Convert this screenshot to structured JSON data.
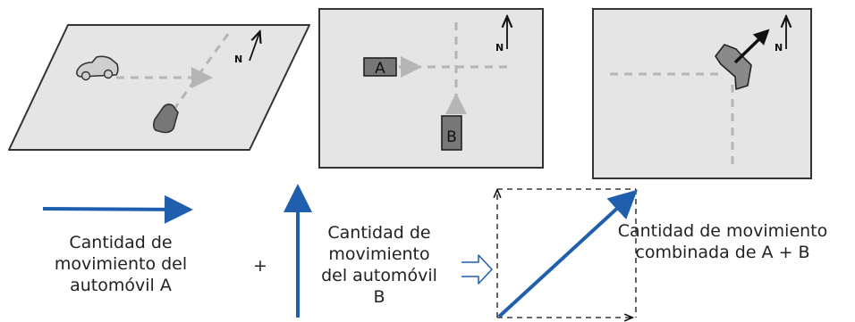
{
  "panels": {
    "panel1": {
      "north_label": "N"
    },
    "panel2": {
      "north_label": "N",
      "car_a_label": "A",
      "car_b_label": "B"
    },
    "panel3": {
      "north_label": "N"
    }
  },
  "captions": {
    "car_a": "Cantidad de\nmovimiento del\nautomóvil A",
    "plus": "+",
    "car_b": "Cantidad de\nmovimiento\ndel automóvil\nB",
    "combined": "Cantidad de movimiento\ncombinada de A + B"
  },
  "colors": {
    "vector_blue": "#1f5fae",
    "panel_fill": "#e5e5e5",
    "dashed_path": "#b5b5b5",
    "car_fill": "#777777"
  }
}
